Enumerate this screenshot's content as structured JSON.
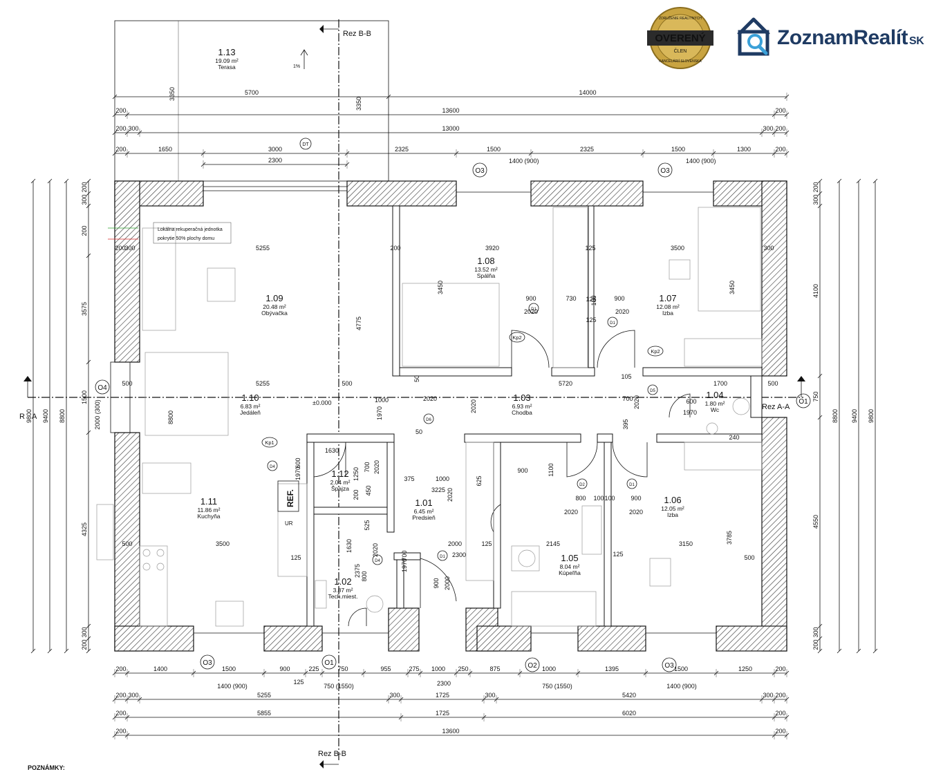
{
  "brand": {
    "badge_top": "ZDRUŽENIE REALITNÝCH",
    "badge_main": "OVERENÝ",
    "badge_sub": "ČLEN",
    "badge_bottom": "KANCELÁRIÍ SLOVENSKA",
    "logo_word": "ZoznamRealít",
    "logo_suffix": "SK"
  },
  "sections": {
    "bb_top": "Rez B-B",
    "bb_bottom": "Rez B-B",
    "aa_left": "Rez A-A",
    "aa_right": "Rez A-A",
    "left_r": "R",
    "left_a": "A"
  },
  "rooms": [
    {
      "id": "1.13",
      "area": "19.09 m²",
      "name": "Terasa"
    },
    {
      "id": "1.09",
      "area": "20.48 m²",
      "name": "Obývačka"
    },
    {
      "id": "1.08",
      "area": "13.52 m²",
      "name": "Spálňa"
    },
    {
      "id": "1.07",
      "area": "12.08 m²",
      "name": "Izba"
    },
    {
      "id": "1.10",
      "area": "6.83 m²",
      "name": "Jedáleň"
    },
    {
      "id": "1.03",
      "area": "6.93 m²",
      "name": "Chodba"
    },
    {
      "id": "1.04",
      "area": "1.80 m²",
      "name": "Wc"
    },
    {
      "id": "1.12",
      "area": "2.04 m²",
      "name": "Špajza"
    },
    {
      "id": "1.11",
      "area": "11.86 m²",
      "name": "Kuchyňa"
    },
    {
      "id": "1.01",
      "area": "6.45 m²",
      "name": "Predsieň"
    },
    {
      "id": "1.05",
      "area": "8.04 m²",
      "name": "Kúpeľňa"
    },
    {
      "id": "1.06",
      "area": "12.05 m²",
      "name": "Izba"
    },
    {
      "id": "1.02",
      "area": "3.87 m²",
      "name": "Tech.miest."
    }
  ],
  "annotations": {
    "recup_line1": "Lokálna rekuperačná jednotka",
    "recup_line2": "pokrytie 50% plochy domu",
    "slope": "1%",
    "level": "±0.000",
    "ref": "REF.",
    "ur": "UR"
  },
  "top_dims": {
    "r1": [
      "5700",
      "14000"
    ],
    "r2": [
      "200",
      "13600",
      "200"
    ],
    "r3": [
      "200",
      "300",
      "13000",
      "300",
      "200"
    ],
    "r4": [
      "200",
      "1650",
      "3000",
      "2325",
      "1500",
      "2325",
      "1500",
      "1300",
      "200"
    ],
    "r5": [
      "2300",
      "1400 (900)",
      "1400 (900)"
    ],
    "terasa_depth": "3350",
    "terasa_depth2": "3350"
  },
  "bottom_dims": {
    "r1": [
      "200",
      "1400",
      "1500",
      "900",
      "225",
      "750",
      "955",
      "275",
      "1000",
      "250",
      "875",
      "1000",
      "1395",
      "1500",
      "1250",
      "200"
    ],
    "r2": [
      "125",
      "2300"
    ],
    "r3": [
      "1400 (900)",
      "750 (1550)",
      "750 (1550)",
      "1400 (900)"
    ],
    "r4": [
      "200",
      "300",
      "5255",
      "300",
      "1725",
      "300",
      "5420",
      "300",
      "200"
    ],
    "r5": [
      "200",
      "5855",
      "1725",
      "6020",
      "200"
    ],
    "r6": [
      "200",
      "13600",
      "200"
    ]
  },
  "left_dims": {
    "outer": "9800",
    "mid": "9400",
    "inner": "8800",
    "parts": [
      "200",
      "300",
      "200",
      "3575",
      "1500",
      "4325",
      "300",
      "200",
      "200"
    ],
    "window": "2000 (300)"
  },
  "right_dims": {
    "outer": "9800",
    "mid": "9400",
    "inner": "8800",
    "parts": [
      "200",
      "300",
      "200",
      "4100",
      "750",
      "4550",
      "300",
      "200",
      "200"
    ]
  },
  "interior_dims": [
    "5255",
    "3920",
    "125",
    "3500",
    "300",
    "200",
    "300",
    "200",
    "3450",
    "3450",
    "4775",
    "5255",
    "5720",
    "1700",
    "125",
    "500",
    "900",
    "730",
    "100",
    "900",
    "2020",
    "2020",
    "125",
    "1000",
    "1970",
    "2020",
    "2020",
    "700",
    "2020",
    "395",
    "600",
    "1970",
    "1630",
    "600",
    "1970",
    "2020",
    "700",
    "1250",
    "450",
    "200",
    "375",
    "1000",
    "625",
    "3225",
    "2020",
    "900",
    "1100",
    "800",
    "100",
    "100",
    "900",
    "2020",
    "2020",
    "3500",
    "125",
    "500",
    "1630",
    "525",
    "2375",
    "800",
    "2020",
    "2000",
    "125",
    "2145",
    "125",
    "3150",
    "500",
    "700",
    "1970",
    "2300",
    "900",
    "2000",
    "3785",
    "8800",
    "500",
    "500",
    "240",
    "105",
    "50",
    "50"
  ],
  "tags": {
    "window_O3": "O3",
    "window_O4": "O4",
    "window_O1": "O1",
    "window_O2": "O2",
    "door_D1": "D1",
    "door_D2": "D2",
    "door_D4": "D4",
    "door_D6": "D6",
    "door_D5": "D5",
    "kp1": "Kp1",
    "kp2": "Kp2",
    "dt": "DT"
  },
  "notes_title": "POZNÁMKY:"
}
